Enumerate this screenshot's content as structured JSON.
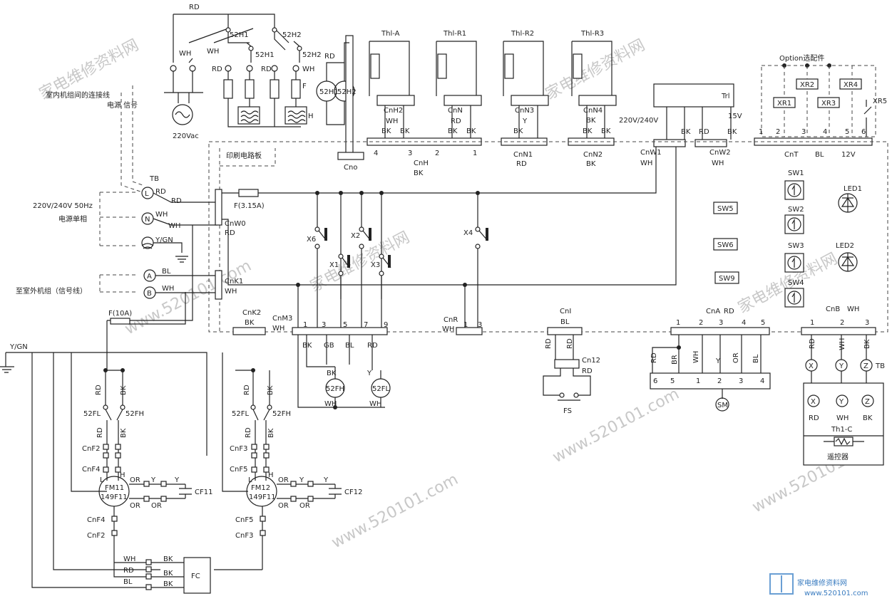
{
  "top_labels": {
    "rd_top": "RD",
    "52h1_a": "52H1",
    "52h2_a": "52H2",
    "52h1_b": "52H1",
    "52h2_b": "52H2",
    "wh_1": "WH",
    "wh_2": "WH",
    "rd_a": "RD",
    "rd_b": "RD",
    "wh_3": "WH",
    "rd_52": "RD",
    "f_heater": "F",
    "h_heater": "H",
    "conn_line": "室内机组间的连接线",
    "power_signal": "电源 信号",
    "supply": "220Vac",
    "m52h1": "52H1",
    "m52h2": "52H2"
  },
  "thermistors": {
    "tha": "Thl-A",
    "thr1": "Thl-R1",
    "thr2": "Thl-R2",
    "thr3": "Thl-R3",
    "cnh2": "CnH2",
    "cnh2_wh": "WH",
    "cnh2_bk1": "BK",
    "cnh2_bk2": "BK",
    "cnn": "CnN",
    "cnn_rd": "RD",
    "cnn_bk1": "BK",
    "cnn_bk2": "BK",
    "cnn3": "CnN3",
    "cnn3_y": "Y",
    "cnn3_bk": "BK",
    "cnn4": "CnN4",
    "cnn4_bk": "BK",
    "cnn4_bk1": "BK",
    "cnn4_bk2": "BK",
    "pin4": "4",
    "pin3": "3",
    "pin2": "2",
    "pin1": "1",
    "cnh": "CnH",
    "cnh_bk": "BK",
    "cnn1": "CnN1",
    "cnn1_rd": "RD",
    "cnn2": "CnN2",
    "cnn2_bk": "BK",
    "cno": "Cno"
  },
  "transformer": {
    "tr": "Trl",
    "v220": "220V/240V",
    "v15": "15V",
    "bk": "BK",
    "rd": "RD",
    "bk2": "BK",
    "cnw1": "CnW1",
    "cnw1_wh": "WH",
    "cnw2": "CnW2",
    "cnw2_wh": "WH"
  },
  "option": {
    "title": "Option选配件",
    "xr1": "XR1",
    "xr2": "XR2",
    "xr3": "XR3",
    "xr4": "XR4",
    "xr5": "XR5",
    "p1": "1",
    "p2": "2",
    "p3": "3",
    "p4": "4",
    "p5": "5",
    "p6": "6",
    "cnt": "CnT",
    "bl": "BL",
    "v12": "12V"
  },
  "board": {
    "pcb": "印刷电路板",
    "tb": "TB",
    "l": "L",
    "n": "N",
    "a": "A",
    "b": "B",
    "rd1": "RD",
    "rd2": "RD",
    "wh1": "WH",
    "wh2": "WH",
    "ygn": "Y/GN",
    "bl1": "BL",
    "bl2": "WH",
    "power": "220V/240V 50Hz",
    "single": "电源单相",
    "outdoor": "至室外机组（信号线）",
    "fuse1": "F(3.15A)",
    "cnw0": "CnW0",
    "cnw0_rd": "RD",
    "cnk1": "CnK1",
    "cnk1_wh": "WH",
    "fuse2": "F(10A)",
    "ygn2": "Y/GN",
    "cnk2": "CnK2",
    "cnk2_bk": "BK",
    "cnm3": "CnM3",
    "cnm3_wh": "WH",
    "x6": "X6",
    "x1": "X1",
    "x2": "X2",
    "x3": "X3",
    "x4": "X4",
    "cnr": "CnR",
    "cnr_wh": "WH",
    "cnr_1": "1",
    "cnr_3": "3",
    "m1": "1",
    "m3": "3",
    "m5": "5",
    "m7": "7",
    "m9": "9",
    "mbk": "BK",
    "mgb": "GB",
    "mbl": "BL",
    "mrd": "RD",
    "f52fh": "52FH",
    "f52fl": "52FL",
    "fbk": "BK",
    "fy": "Y",
    "fwh1": "WH",
    "fwh2": "WH",
    "sw5": "SW5",
    "sw6": "SW6",
    "sw9": "SW9"
  },
  "right": {
    "sw1": "SW1",
    "sw2": "SW2",
    "sw3": "SW3",
    "sw4": "SW4",
    "led1": "LED1",
    "led2": "LED2",
    "cni": "CnI",
    "cni_bl": "BL",
    "cni_rd1": "RD",
    "cni_rd2": "RD",
    "cn12": "Cn12",
    "cn12_rd": "RD",
    "fs": "FS",
    "cna": "CnA",
    "cna_rd": "RD",
    "a1": "1",
    "a2": "2",
    "a3": "3",
    "a4": "4",
    "a5": "5",
    "rd": "RD",
    "br": "BR",
    "wh": "WH",
    "y": "Y",
    "or": "OR",
    "bl": "BL",
    "s6": "6",
    "s5": "5",
    "s1": "1",
    "s2": "2",
    "s3": "3",
    "s4": "4",
    "sm": "SM",
    "cnb": "CnB",
    "cnb_wh": "WH",
    "b1": "1",
    "b2": "2",
    "b3": "3",
    "brd": "RD",
    "bwh": "WH",
    "bbk": "BK",
    "x": "X",
    "y2": "Y",
    "z": "Z",
    "tb": "TB",
    "rx": "X",
    "ry": "Y",
    "rz": "Z",
    "rrd": "RD",
    "rwh": "WH",
    "rbk": "BK",
    "thc": "Th1-C",
    "remote": "遥控器"
  },
  "fans": {
    "fm11": "FM11",
    "fm11m": "149F11",
    "fm12": "FM12",
    "fm12m": "149F11",
    "rd1": "RD",
    "bk1": "BK",
    "rd2": "RD",
    "bk2": "BK",
    "s52fl1": "52FL",
    "s52fh1": "52FH",
    "s52fl2": "52FL",
    "s52fh2": "52FH",
    "rd3": "RD",
    "bk3": "BK",
    "rd4": "RD",
    "bk4": "BK",
    "cnf2": "CnF2",
    "cnf4": "CnF4",
    "cnf3": "CnF3",
    "cnf5": "CnF5",
    "l1": "L",
    "h1": "H",
    "l2": "L",
    "h2": "H",
    "or1": "OR",
    "y1": "Y",
    "y1b": "Y",
    "or1b": "OR",
    "or1c": "OR",
    "cf11": "CF11",
    "or2": "OR",
    "y2": "Y",
    "y2b": "Y",
    "or2b": "OR",
    "or2c": "OR",
    "cf12": "CF12",
    "cnf4b": "CnF4",
    "cnf2b": "CnF2",
    "cnf5b": "CnF5",
    "cnf3b": "CnF3",
    "wh1": "WH",
    "bk5": "BK",
    "rd5": "RD",
    "bk6": "BK",
    "bl5": "BL",
    "bk7": "BK",
    "fc": "FC"
  },
  "watermark": {
    "w1": "家电维修资料网",
    "w2": "www.520101.com",
    "w3": "家电维修资料网",
    "w4": "www.520101.com",
    "w5": "家电维修资料网",
    "w6": "www.520101.com",
    "w7": "家电维修资料网",
    "w8": "www.520101.com",
    "logo_text": "家电维修资料网",
    "logo_url": "www.520101.com"
  }
}
